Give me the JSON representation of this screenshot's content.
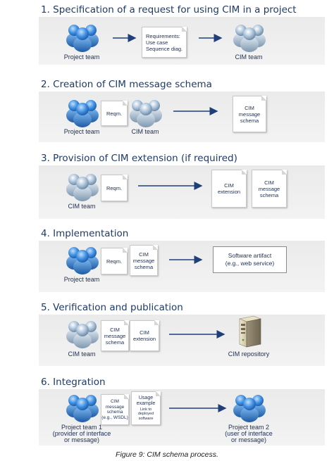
{
  "sections": [
    {
      "title": "1. Specification of a request for using CIM in a project"
    },
    {
      "title": "2. Creation of CIM message schema"
    },
    {
      "title": "3. Provision of CIM extension (if required)"
    },
    {
      "title": "4. Implementation"
    },
    {
      "title": "5. Verification and publication"
    },
    {
      "title": "6. Integration"
    }
  ],
  "labels": {
    "project_team": "Project team",
    "cim_team": "CIM team",
    "cim_repository": "CIM repository",
    "project_team_1": "Project team 1",
    "project_team_1_sub": "(provider of interface",
    "project_team_1_sub2": "or message)",
    "project_team_2": "Project team 2",
    "project_team_2_sub": "(user of interface",
    "project_team_2_sub2": "or message)"
  },
  "docs": {
    "requirements": "Requirements:\nUse case\nSequence diag.",
    "reqm": "Reqm.",
    "cim_message_schema": "CIM\nmessage\nschema",
    "cim_extension": "CIM\nextension",
    "cim_message_schema_wsdl": "CIM\nmessage\nschema\n(e.g., WSDL)",
    "usage_example_title": "Usage\nexample",
    "usage_example_body": "Link to\ndeployed\nsoftware"
  },
  "software_artifact": "Software artifact\n(e.g., web service)",
  "caption": "Figure 9: CIM schema process.",
  "colors": {
    "title": "#1d3a6b",
    "arrow": "#1f3f7a",
    "project_team_icon": "#4a8fd8",
    "cim_team_icon": "#a9c1d8"
  }
}
